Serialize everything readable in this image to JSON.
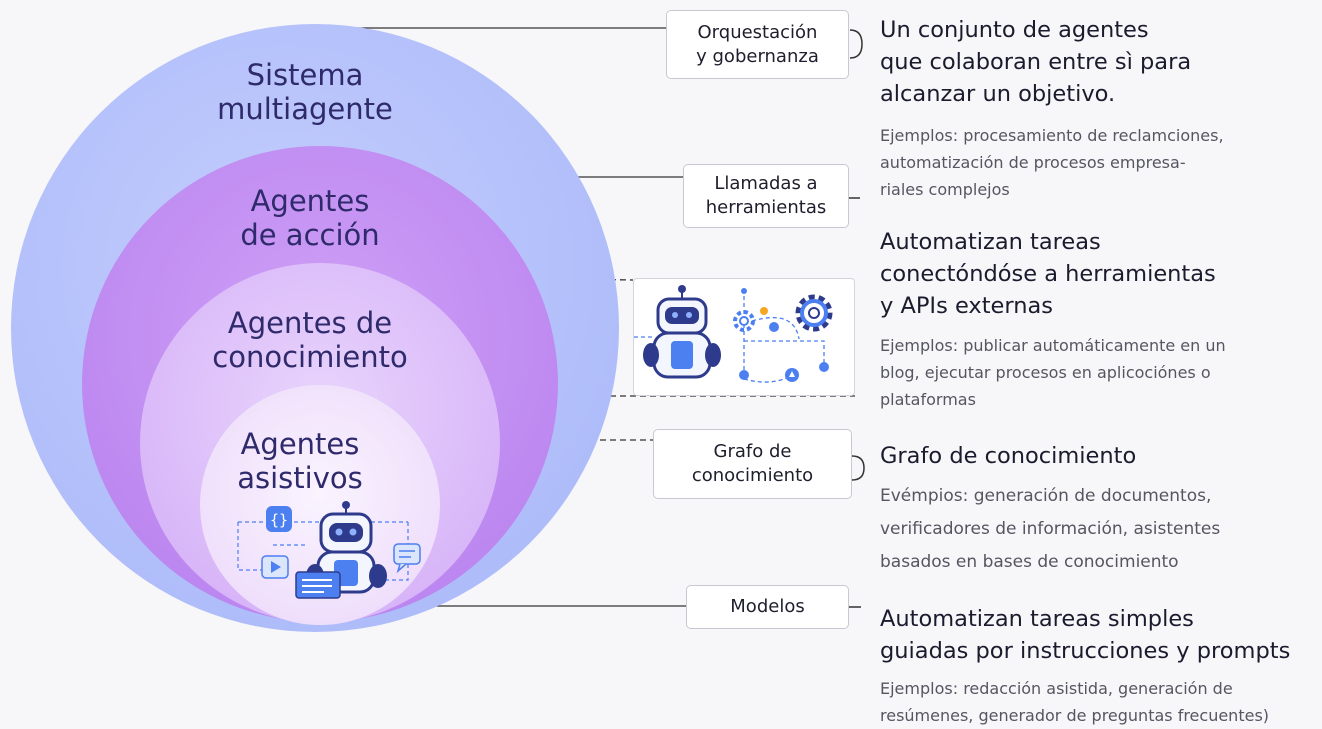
{
  "rings": [
    {
      "id": "multiagent",
      "title": "Sistema\nmultiagente",
      "color": "#b7c3fb"
    },
    {
      "id": "action",
      "title": "Agentes\nde acción",
      "color": "#c896f3"
    },
    {
      "id": "knowledge",
      "title": "Agentes de\nconocimiento",
      "color": "#e0c4fa"
    },
    {
      "id": "assistive",
      "title": "Agentes\nasistivos",
      "color": "#f3e8fc"
    }
  ],
  "tags": {
    "orchestration": "Orquestación\ny gobernanza",
    "tool_calls": "Llamadas a\nherramientas",
    "knowledge_graph": "Grafo de\nconocimiento",
    "models": "Modelos"
  },
  "descriptions": [
    {
      "heading": "Un conjunto de agentes\nque colaboran entre sì para\nalcanzar un objetivo.",
      "examples": "Ejemplos: procesamiento de reclamciones,\nautomatización de procesos empresa-\nriales complejos"
    },
    {
      "heading": "Automatizan tareas\nconectóndóse a herramientas\ny APIs externas",
      "examples": "Ejemplos: publicar automáticamente en un\nblog, ejecutar procesos en aplicociónes o\nplataformas"
    },
    {
      "heading": "Grafo de conocimiento",
      "examples": "Evémpios: generación de documentos,\nverificadores de información, asistentes\nbasados en bases de conocimiento"
    },
    {
      "heading": "Automatizan tareas simples\nguiadas por instrucciones y prompts",
      "examples": "Ejemplos: redacción asistida, generación de\nresúmenes, generador de preguntas frecuentes)"
    }
  ],
  "colors": {
    "ink": "#2f2a6b",
    "robot_blue": "#4c7ff0",
    "robot_navy": "#2e3b8c",
    "accent_orange": "#f5a623"
  },
  "icons": [
    "robot-icon",
    "gear-icon",
    "node-network-icon",
    "document-icon",
    "chat-bubble-icon",
    "play-icon",
    "code-bubble-icon"
  ]
}
